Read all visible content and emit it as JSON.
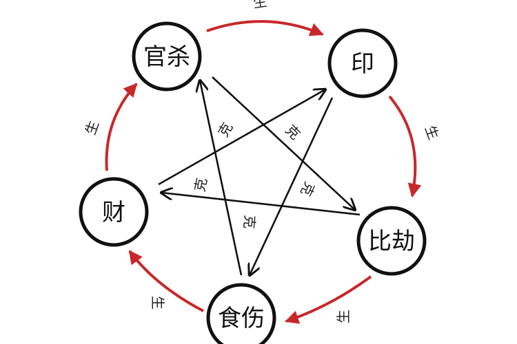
{
  "nodes": {
    "guansha": "官杀",
    "yin": "印",
    "bijie": "比劫",
    "shishang": "食伤",
    "cai": "财"
  },
  "labels": {
    "sheng": "生",
    "ke": "克"
  },
  "colors": {
    "sheng": "#c8282a",
    "ke": "#111111"
  }
}
